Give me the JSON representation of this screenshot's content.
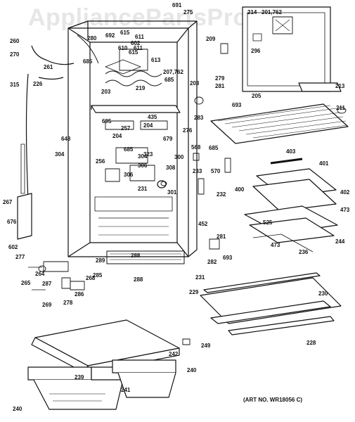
{
  "watermark": "AppliancePartsPros.com",
  "art_number": "(ART NO. WR18056 C)",
  "callouts": [
    "691",
    "275",
    "214",
    "201,762",
    "260",
    "692",
    "615",
    "270",
    "611",
    "280",
    "610",
    "615",
    "611",
    "602",
    "261",
    "685",
    "296",
    "209",
    "315",
    "226",
    "613",
    "207,762",
    "685",
    "203",
    "219",
    "279",
    "281",
    "213",
    "693",
    "203",
    "205",
    "435",
    "283",
    "211",
    "695",
    "204",
    "276",
    "257",
    "648",
    "679",
    "204",
    "568",
    "685",
    "304",
    "685",
    "323",
    "300",
    "256",
    "304",
    "403",
    "306",
    "308",
    "233",
    "570",
    "401",
    "301",
    "400",
    "306",
    "402",
    "231",
    "232",
    "473",
    "267",
    "676",
    "525",
    "452",
    "281",
    "473",
    "602",
    "288",
    "693",
    "277",
    "264",
    "289",
    "244",
    "236",
    "285",
    "288",
    "282",
    "287",
    "268",
    "265",
    "286",
    "278",
    "231",
    "269",
    "230",
    "229",
    "242",
    "228",
    "249",
    "240",
    "239",
    "241",
    "240"
  ],
  "colors": {
    "ink": "#111111",
    "paper": "#ffffff",
    "watermark": "#e6e6e6"
  }
}
